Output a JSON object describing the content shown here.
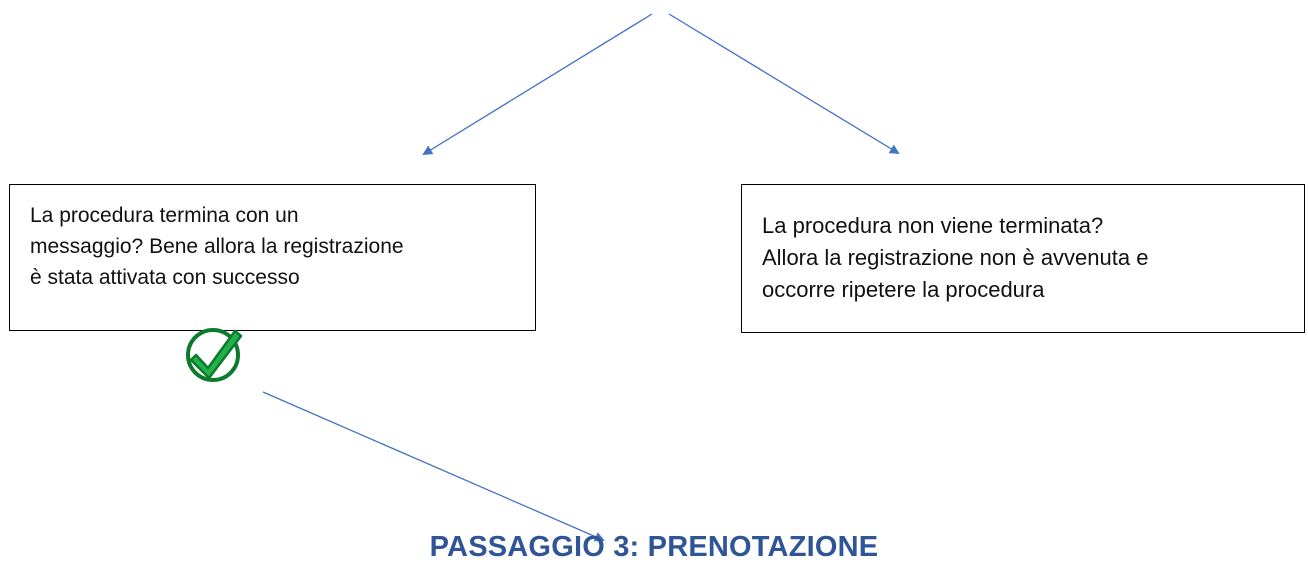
{
  "diagram": {
    "left_box": {
      "lines": [
        "La procedura termina con un",
        "messaggio? Bene allora la registrazione",
        "è stata attivata con successo"
      ]
    },
    "right_box": {
      "lines": [
        "La procedura non viene terminata?",
        "Allora la registrazione non è avvenuta e",
        "occorre ripetere la procedura"
      ]
    },
    "success_icon": "check-mark-icon",
    "step_title": "PASSAGGIO 3: PRENOTAZIONE",
    "colors": {
      "arrow": "#4472c4",
      "title": "#2f5597",
      "check_fill": "#22b24c",
      "check_outline": "#0c7a2c",
      "box_border": "#000000"
    }
  }
}
